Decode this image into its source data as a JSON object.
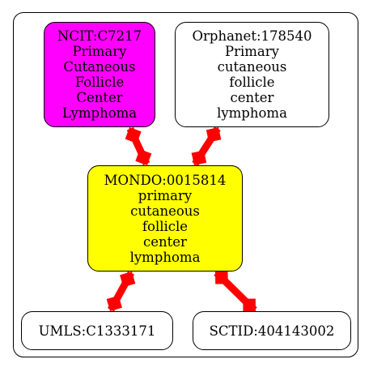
{
  "colors": {
    "ncit_fill": "#ff00ff",
    "mondo_fill": "#ffff00",
    "default_fill": "#ffffff",
    "edge": "#ff0000",
    "stroke": "#000000"
  },
  "nodes": {
    "ncit": {
      "lines": [
        "NCIT:C7217",
        "Primary",
        "Cutaneous",
        "Follicle",
        "Center",
        "Lymphoma"
      ]
    },
    "orphanet": {
      "lines": [
        "Orphanet:178540",
        "Primary",
        "cutaneous",
        "follicle",
        "center",
        "lymphoma"
      ]
    },
    "mondo": {
      "lines": [
        "MONDO:0015814",
        "primary",
        "cutaneous",
        "follicle",
        "center",
        "lymphoma"
      ]
    },
    "umls": {
      "lines": [
        "UMLS:C1333171"
      ]
    },
    "sctid": {
      "lines": [
        "SCTID:404143002"
      ]
    }
  },
  "edges": [
    {
      "from": "ncit",
      "to": "mondo"
    },
    {
      "from": "orphanet",
      "to": "mondo"
    },
    {
      "from": "mondo",
      "to": "umls"
    },
    {
      "from": "mondo",
      "to": "sctid"
    }
  ]
}
